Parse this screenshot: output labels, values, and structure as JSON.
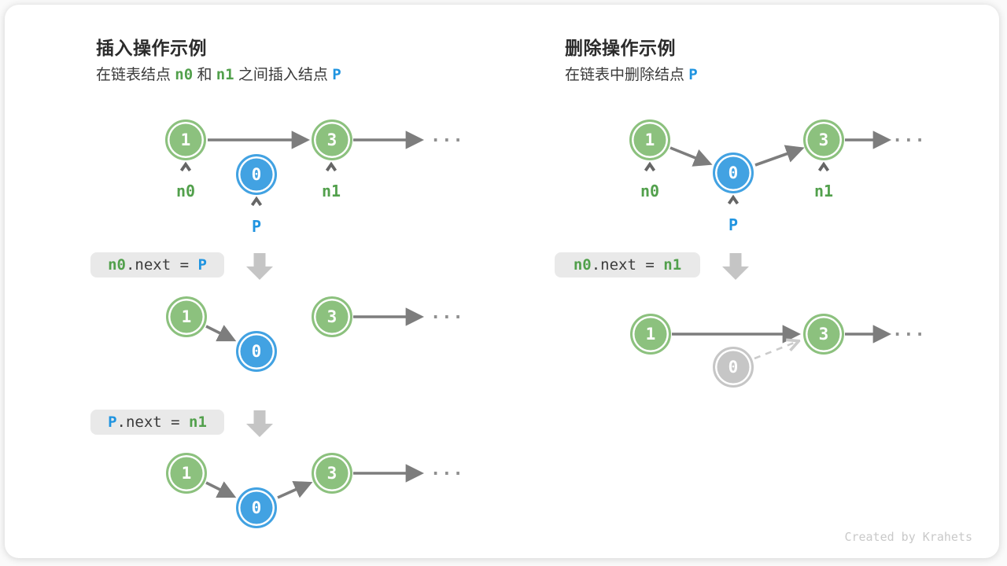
{
  "insert": {
    "title": "插入操作示例",
    "subtitle": {
      "p0": "在链表结点 ",
      "n0": "n0",
      "p1": " 和 ",
      "n1": "n1",
      "p2": " 之间插入结点 ",
      "p": "P"
    },
    "step1": {
      "nodes": {
        "a": "1",
        "b": "0",
        "c": "3"
      },
      "labels": {
        "n0": "n0",
        "p": "P",
        "n1": "n1"
      },
      "ellipsis": "..."
    },
    "code1": {
      "lhs": "n0",
      "mid": ".next = ",
      "rhs": "P"
    },
    "step2": {
      "nodes": {
        "a": "1",
        "b": "0",
        "c": "3"
      },
      "ellipsis": "..."
    },
    "code2": {
      "lhs": "P",
      "mid": ".next = ",
      "rhs": "n1"
    },
    "step3": {
      "nodes": {
        "a": "1",
        "b": "0",
        "c": "3"
      },
      "ellipsis": "..."
    }
  },
  "delete": {
    "title": "删除操作示例",
    "subtitle": {
      "p0": "在链表中删除结点 ",
      "p": "P"
    },
    "step1": {
      "nodes": {
        "a": "1",
        "b": "0",
        "c": "3"
      },
      "labels": {
        "n0": "n0",
        "p": "P",
        "n1": "n1"
      },
      "ellipsis": "..."
    },
    "code1": {
      "lhs": "n0",
      "mid": ".next = ",
      "rhs": "n1"
    },
    "step2": {
      "nodes": {
        "a": "1",
        "b": "0",
        "c": "3"
      },
      "ellipsis": "..."
    }
  },
  "footer": {
    "credit": "Created by Krahets"
  },
  "colors": {
    "node_green": "#8cc17e",
    "node_blue": "#42a2e2",
    "node_gray": "#c6c6c6",
    "text_green": "#52a04c",
    "text_blue": "#2094e0",
    "arrow_gray": "#7d7d7d",
    "code_bg": "#e9e9e9"
  }
}
